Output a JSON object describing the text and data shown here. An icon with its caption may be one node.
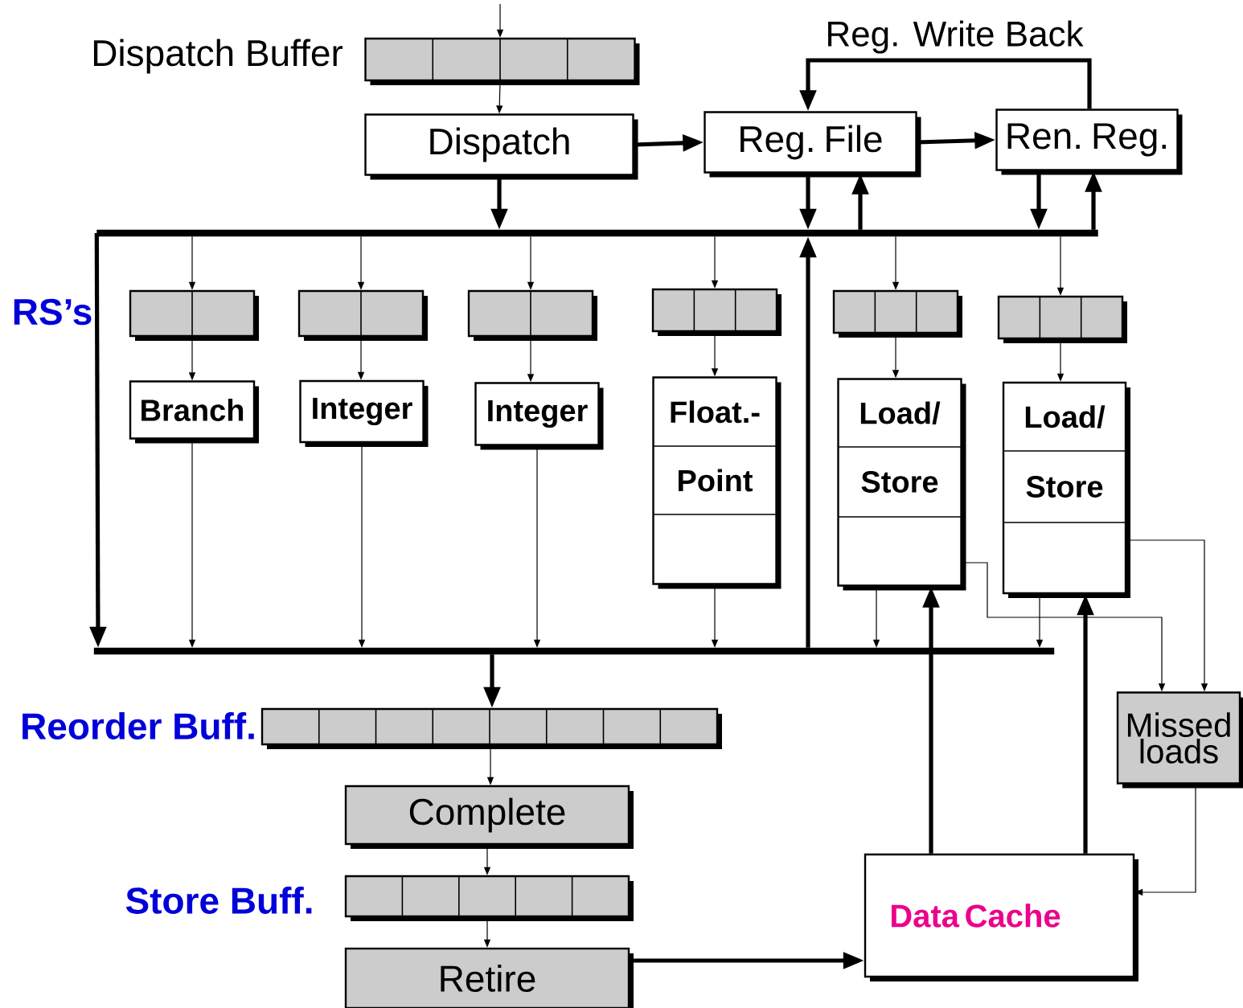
{
  "diagram": {
    "nodes": [
      {
        "text": [],
        "shape": "bar",
        "beside": [
          "Dispatch Buffer"
        ]
      },
      {
        "text": [
          "Dispatch"
        ]
      },
      {
        "text": [
          "Reg. File"
        ]
      },
      {
        "text": [
          "Ren. Reg."
        ]
      },
      {
        "text": [],
        "shape": "bar"
      },
      {
        "text": [],
        "shape": "bar"
      },
      {
        "text": [],
        "shape": "bar"
      },
      {
        "text": [],
        "shape": "bar"
      },
      {
        "text": [],
        "shape": "bar"
      },
      {
        "text": [],
        "shape": "bar"
      },
      {
        "text": [],
        "shape": "bar"
      },
      {
        "text": [
          "Branch"
        ]
      },
      {
        "text": [
          "Integer"
        ]
      },
      {
        "text": [
          "Integer"
        ]
      },
      {
        "text": [
          "Float.-",
          "Point"
        ]
      },
      {
        "text": [
          "Load/",
          "Store"
        ]
      },
      {
        "text": [
          "Load/",
          "Store"
        ]
      },
      {
        "text": [],
        "shape": "bar"
      },
      {
        "text": [],
        "shape": "bar",
        "beside": [
          "Reorder Buff."
        ]
      },
      {
        "text": [
          "Complete"
        ]
      },
      {
        "text": [],
        "shape": "bar",
        "beside": [
          "Store Buff."
        ]
      },
      {
        "text": [
          "Retire"
        ]
      },
      {
        "text": [
          "Data Cache"
        ]
      },
      {
        "text": [
          "Missed loads"
        ]
      }
    ],
    "edges": [
      {
        "from": null,
        "to": 0,
        "arrow": "to"
      },
      {
        "from": 0,
        "to": 1,
        "arrow": "to"
      },
      {
        "from": 1,
        "to": 2,
        "arrow": "to",
        "style": "thick"
      },
      {
        "from": 2,
        "to": 3,
        "arrow": "to",
        "style": "thick"
      },
      {
        "from": 3,
        "to": 2,
        "arrow": "to",
        "style": "thick",
        "label": "Reg. Write Back"
      },
      {
        "from": 1,
        "to": 4,
        "arrow": "to",
        "style": "thick"
      },
      {
        "from": 2,
        "to": 4,
        "arrow": "to",
        "style": "thick"
      },
      {
        "from": 4,
        "to": 2,
        "arrow": "to",
        "style": "thick"
      },
      {
        "from": 3,
        "to": 4,
        "arrow": "to",
        "style": "thick"
      },
      {
        "from": 4,
        "to": 3,
        "arrow": "to",
        "style": "thick"
      },
      {
        "from": 4,
        "to": 5,
        "arrow": "to"
      },
      {
        "from": 4,
        "to": 6,
        "arrow": "to"
      },
      {
        "from": 4,
        "to": 7,
        "arrow": "to"
      },
      {
        "from": 4,
        "to": 8,
        "arrow": "to"
      },
      {
        "from": 4,
        "to": 9,
        "arrow": "to"
      },
      {
        "from": 4,
        "to": 10,
        "arrow": "to"
      },
      {
        "from": 5,
        "to": 11,
        "arrow": "to"
      },
      {
        "from": 6,
        "to": 12,
        "arrow": "to"
      },
      {
        "from": 7,
        "to": 13,
        "arrow": "to"
      },
      {
        "from": 8,
        "to": 14,
        "arrow": "to"
      },
      {
        "from": 9,
        "to": 15,
        "arrow": "to"
      },
      {
        "from": 10,
        "to": 16,
        "arrow": "to"
      },
      {
        "from": 4,
        "to": 17,
        "arrow": "to",
        "style": "thick"
      },
      {
        "from": 11,
        "to": 17,
        "arrow": "to"
      },
      {
        "from": 12,
        "to": 17,
        "arrow": "to"
      },
      {
        "from": 13,
        "to": 17,
        "arrow": "to"
      },
      {
        "from": 14,
        "to": 17,
        "arrow": "to"
      },
      {
        "from": 15,
        "to": 17,
        "arrow": "to"
      },
      {
        "from": 16,
        "to": 17,
        "arrow": "to"
      },
      {
        "from": 17,
        "to": 4,
        "arrow": "to",
        "style": "thick"
      },
      {
        "from": 17,
        "to": 18,
        "arrow": "to",
        "style": "thick"
      },
      {
        "from": 18,
        "to": 19,
        "arrow": "to"
      },
      {
        "from": 19,
        "to": 20,
        "arrow": "to"
      },
      {
        "from": 20,
        "to": 21,
        "arrow": "to"
      },
      {
        "from": 21,
        "to": 22,
        "arrow": "to",
        "style": "thick"
      },
      {
        "from": 22,
        "to": 15,
        "arrow": "to",
        "style": "thick"
      },
      {
        "from": 22,
        "to": 16,
        "arrow": "to",
        "style": "thick"
      },
      {
        "from": 15,
        "to": 23,
        "arrow": "to"
      },
      {
        "from": 16,
        "to": 23,
        "arrow": "to"
      },
      {
        "from": 23,
        "to": 22,
        "arrow": "to"
      }
    ],
    "labels": [
      "RS’s"
    ]
  }
}
